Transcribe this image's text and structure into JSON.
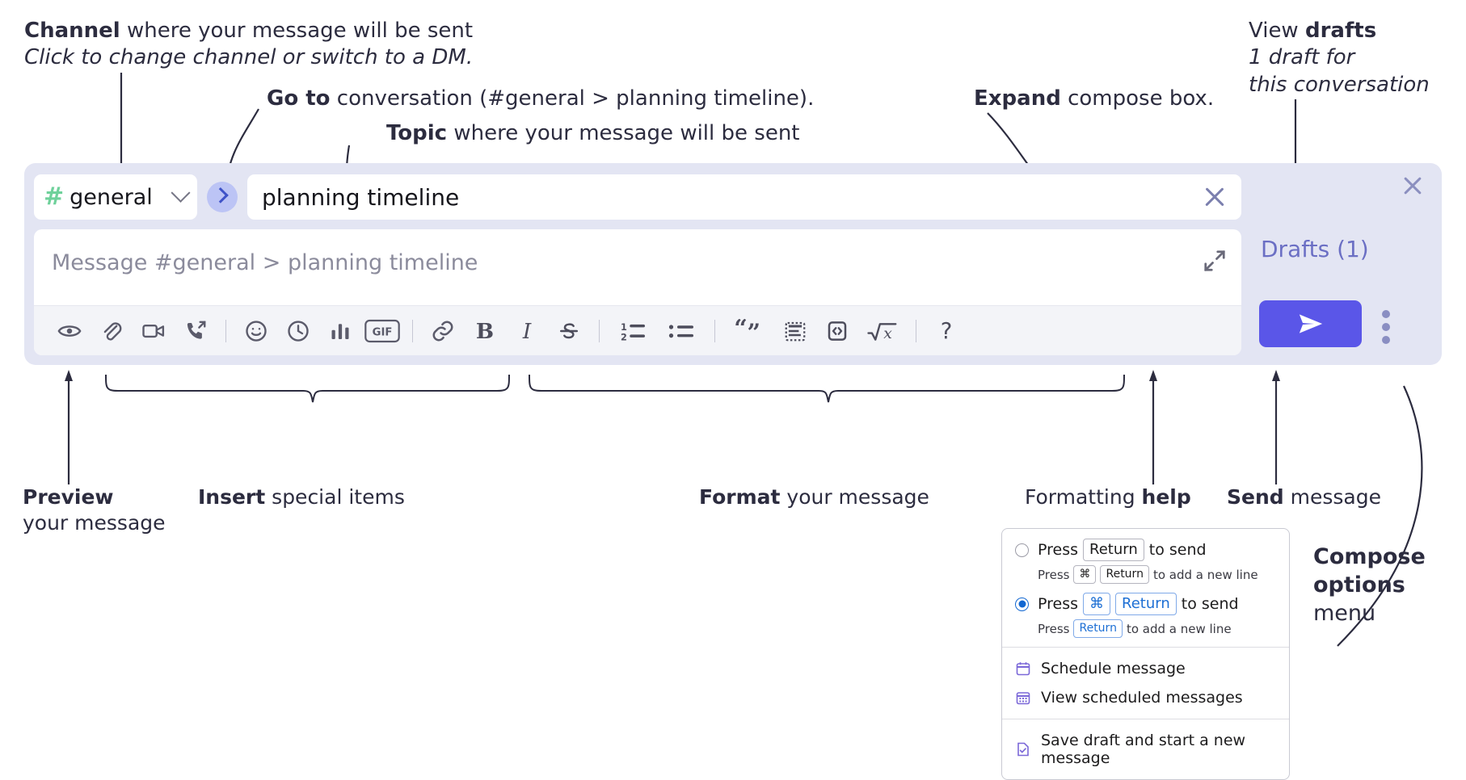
{
  "annotations": {
    "channel": {
      "bold": "Channel",
      "rest": " where your message will be sent",
      "italic": "Click to change channel or switch to a DM."
    },
    "goto": {
      "bold": "Go to",
      "rest": " conversation (#general > planning timeline)."
    },
    "topic": {
      "bold": "Topic",
      "rest": " where your message will be sent"
    },
    "expand": {
      "bold": "Expand",
      "rest": " compose box."
    },
    "drafts": {
      "plain": "View ",
      "bold": "drafts",
      "italic1": "1 draft for",
      "italic2": "this conversation"
    },
    "preview": {
      "bold": "Preview",
      "rest": "your message"
    },
    "insert": {
      "bold": "Insert",
      "rest": " special items"
    },
    "format": {
      "bold": "Format",
      "rest": " your message"
    },
    "formatting_help": {
      "plain": "Formatting ",
      "bold": "help"
    },
    "send": {
      "bold": "Send",
      "rest": " message"
    },
    "compose_options": {
      "line1": "Compose",
      "line2": "options",
      "line3": "menu"
    }
  },
  "compose": {
    "channel_name": "general",
    "hash_symbol": "#",
    "topic_value": "planning timeline",
    "message_placeholder": "Message #general > planning timeline",
    "drafts_label": "Drafts (1)",
    "toolbar": [
      {
        "name": "preview-icon",
        "label": "Preview"
      },
      {
        "name": "attachment-icon",
        "label": "Attach file"
      },
      {
        "name": "video-icon",
        "label": "Record video clip"
      },
      {
        "name": "call-icon",
        "label": "Start call"
      },
      {
        "name": "divider",
        "label": ""
      },
      {
        "name": "emoji-icon",
        "label": "Emoji"
      },
      {
        "name": "clock-icon",
        "label": "Reminder"
      },
      {
        "name": "poll-icon",
        "label": "Poll"
      },
      {
        "name": "gif-icon",
        "label": "GIF"
      },
      {
        "name": "divider",
        "label": ""
      },
      {
        "name": "link-icon",
        "label": "Link"
      },
      {
        "name": "bold-icon",
        "label": "B"
      },
      {
        "name": "italic-icon",
        "label": "I"
      },
      {
        "name": "strikethrough-icon",
        "label": "S"
      },
      {
        "name": "divider",
        "label": ""
      },
      {
        "name": "ordered-list-icon",
        "label": "Ordered list"
      },
      {
        "name": "bulleted-list-icon",
        "label": "Bulleted list"
      },
      {
        "name": "divider",
        "label": ""
      },
      {
        "name": "blockquote-icon",
        "label": "Blockquote"
      },
      {
        "name": "code-block-icon",
        "label": "Code block"
      },
      {
        "name": "code-icon",
        "label": "Code"
      },
      {
        "name": "math-icon",
        "label": "Math"
      },
      {
        "name": "divider",
        "label": ""
      },
      {
        "name": "help-icon",
        "label": "?"
      }
    ],
    "help_glyph": "?",
    "gif_label": "GIF",
    "bold_label": "B",
    "italic_label": "I",
    "list_num_1": "1",
    "list_num_2": "2"
  },
  "options_menu": {
    "option1": {
      "selected": false,
      "pre": "Press",
      "key": "Return",
      "post": "to send",
      "sub_pre": "Press",
      "sub_key1": "⌘",
      "sub_key2": "Return",
      "sub_post": "to add a new line"
    },
    "option2": {
      "selected": true,
      "pre": "Press",
      "key1": "⌘",
      "key2": "Return",
      "post": "to send",
      "sub_pre": "Press",
      "sub_key": "Return",
      "sub_post": "to add a new line"
    },
    "items": [
      {
        "icon": "calendar-icon",
        "label": "Schedule message"
      },
      {
        "icon": "calendar-grid-icon",
        "label": "View scheduled messages"
      },
      {
        "icon": "save-draft-icon",
        "label": "Save draft and start a new message"
      }
    ]
  },
  "colors": {
    "panel_bg": "#e3e5f3",
    "send_button": "#5a56e8",
    "accent_link": "#6b6fc4",
    "hash_green": "#6fd19b",
    "radio_blue": "#1267d1"
  }
}
